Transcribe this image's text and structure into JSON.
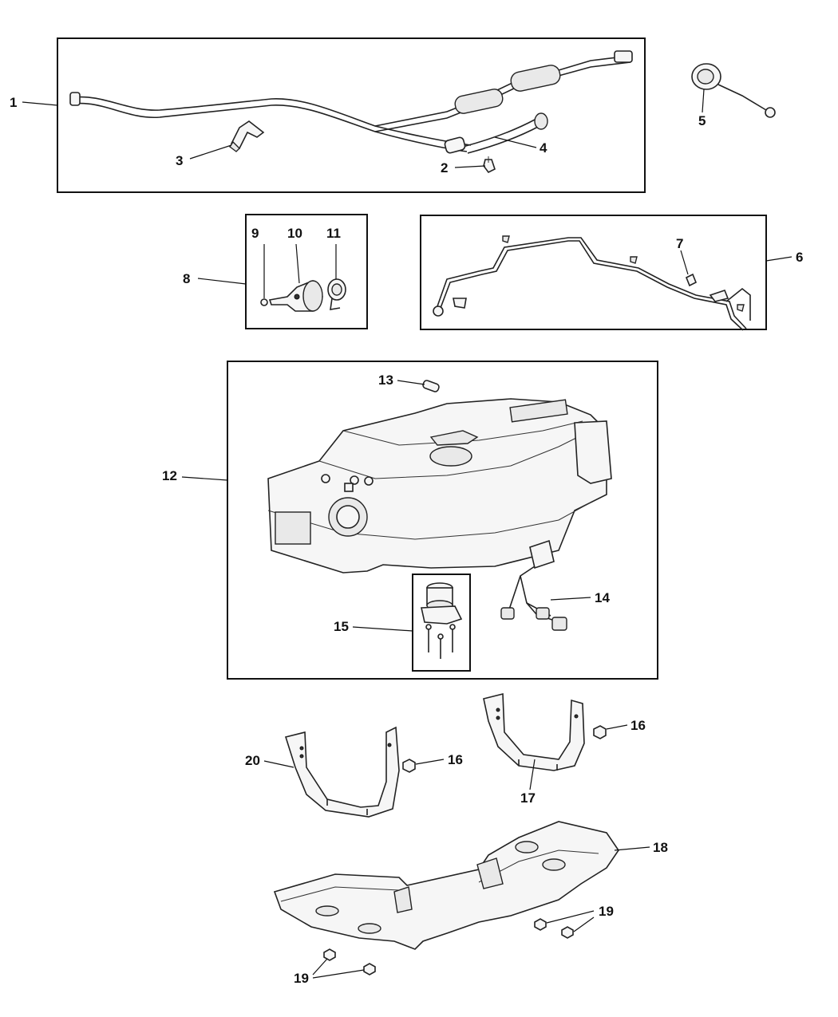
{
  "callouts": {
    "c1": "1",
    "c2": "2",
    "c3": "3",
    "c4": "4",
    "c5": "5",
    "c6": "6",
    "c7": "7",
    "c8": "8",
    "c9": "9",
    "c10": "10",
    "c11": "11",
    "c12": "12",
    "c13": "13",
    "c14": "14",
    "c15": "15",
    "c16a": "16",
    "c16b": "16",
    "c17": "17",
    "c18": "18",
    "c19a": "19",
    "c19b": "19",
    "c20": "20"
  },
  "colors": {
    "line": "#111111",
    "part_fill": "#f6f6f6",
    "background": "#ffffff"
  }
}
